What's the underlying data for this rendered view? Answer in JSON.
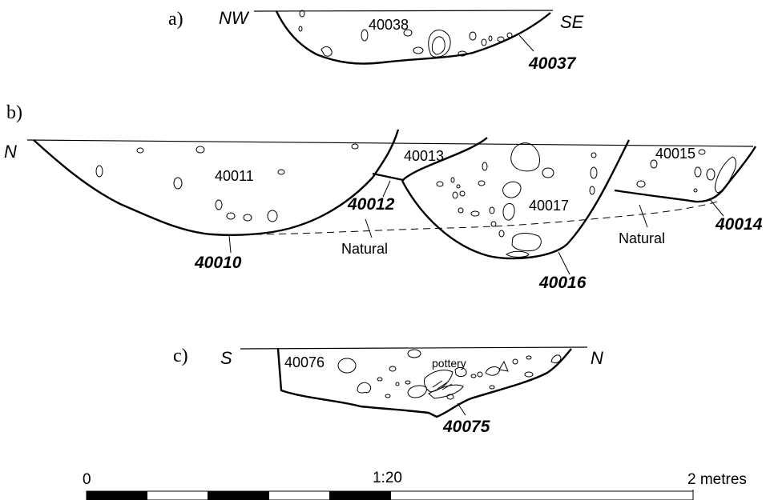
{
  "panels": {
    "a": {
      "label": "a)",
      "left_orientation": "NW",
      "right_orientation": "SE",
      "fill_label": "40038",
      "cut_label": "40037"
    },
    "b": {
      "label": "b)",
      "left_orientation": "N",
      "fills": [
        "40011",
        "40013",
        "40017",
        "40015"
      ],
      "cuts": [
        "40012",
        "40010",
        "40016",
        "40014"
      ],
      "natural_labels": [
        "Natural",
        "Natural"
      ]
    },
    "c": {
      "label": "c)",
      "left_orientation": "S",
      "right_orientation": "N",
      "fill_label": "40076",
      "find_label": "pottery",
      "cut_label": "40075"
    }
  },
  "scale_bar": {
    "start_label": "0",
    "ratio_label": "1:20",
    "end_label": "2 metres"
  }
}
